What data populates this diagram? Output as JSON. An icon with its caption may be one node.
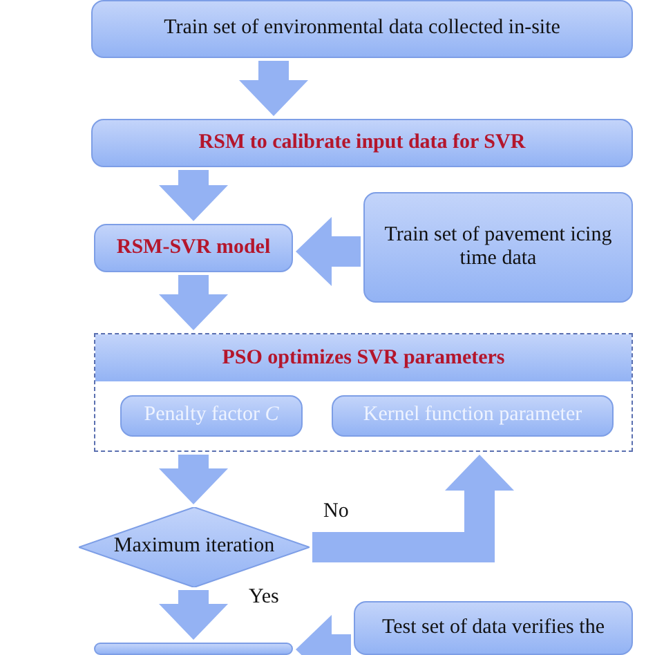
{
  "diagram": {
    "nodes": [
      {
        "text": [
          "Train set of environmental data collected in-site"
        ]
      },
      {
        "text": [
          "RSM to calibrate input data for SVR"
        ]
      },
      {
        "text": [
          "RSM-SVR model"
        ]
      },
      {
        "text": [
          "Train set of pavement icing time data"
        ]
      },
      {
        "text": [
          "PSO optimizes SVR parameters"
        ]
      },
      {
        "text": [
          "Penalty factor *C*"
        ],
        "in": 4
      },
      {
        "text": [
          "Kernel function parameter"
        ],
        "in": 4
      },
      {
        "text": [
          "Maximum iteration"
        ]
      },
      {
        "text": [],
        "shape": "box"
      },
      {
        "text": [
          "Test set of data verifies the"
        ]
      }
    ],
    "edges": [
      {
        "from": 0,
        "to": 1,
        "arrow": "to"
      },
      {
        "from": 1,
        "to": 2,
        "arrow": "to"
      },
      {
        "from": 3,
        "to": 2,
        "arrow": "to"
      },
      {
        "from": 2,
        "to": 4,
        "arrow": "to"
      },
      {
        "from": 4,
        "to": 7,
        "arrow": "to"
      },
      {
        "from": 7,
        "to": 4,
        "arrow": "to",
        "label": "No"
      },
      {
        "from": 7,
        "to": 8,
        "arrow": "to",
        "label": "Yes"
      },
      {
        "from": 9,
        "to": 8,
        "arrow": "to"
      }
    ]
  }
}
